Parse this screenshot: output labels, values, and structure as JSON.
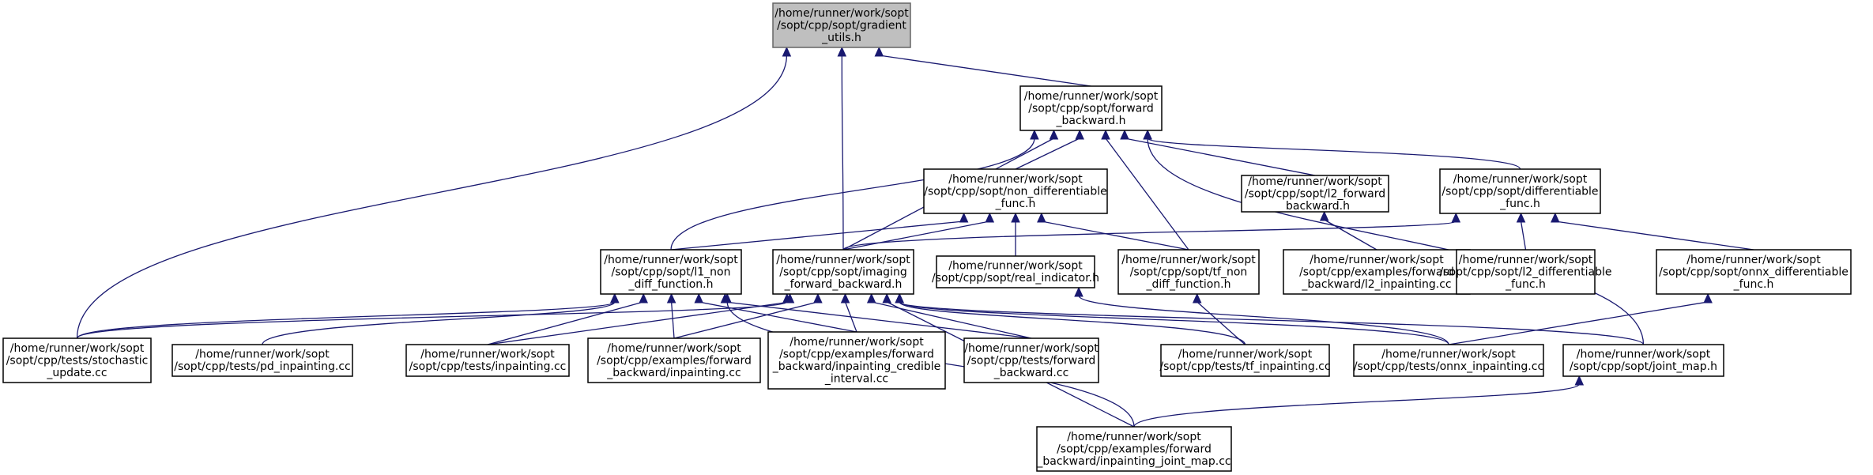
{
  "colors": {
    "edge": "#191970",
    "root_fill": "#bfbfbf",
    "node_fill": "#ffffff"
  },
  "nodes": [
    {
      "id": "gradient_utils",
      "lines": [
        "/home/runner/work/sopt",
        "/sopt/cpp/sopt/gradient",
        "_utils.h"
      ],
      "root": true
    },
    {
      "id": "forward_backward",
      "lines": [
        "/home/runner/work/sopt",
        "/sopt/cpp/sopt/forward",
        "_backward.h"
      ]
    },
    {
      "id": "non_differentiable_func",
      "lines": [
        "/home/runner/work/sopt",
        "/sopt/cpp/sopt/non_differentiable",
        "_func.h"
      ]
    },
    {
      "id": "l2_forward_backward",
      "lines": [
        "/home/runner/work/sopt",
        "/sopt/cpp/sopt/l2_forward",
        "_backward.h"
      ]
    },
    {
      "id": "differentiable_func",
      "lines": [
        "/home/runner/work/sopt",
        "/sopt/cpp/sopt/differentiable",
        "_func.h"
      ]
    },
    {
      "id": "l1_non_diff_function",
      "lines": [
        "/home/runner/work/sopt",
        "/sopt/cpp/sopt/l1_non",
        "_diff_function.h"
      ]
    },
    {
      "id": "imaging_forward_backward",
      "lines": [
        "/home/runner/work/sopt",
        "/sopt/cpp/sopt/imaging",
        "_forward_backward.h"
      ]
    },
    {
      "id": "real_indicator",
      "lines": [
        "/home/runner/work/sopt",
        "/sopt/cpp/sopt/real_indicator.h"
      ]
    },
    {
      "id": "tf_non_diff_function",
      "lines": [
        "/home/runner/work/sopt",
        "/sopt/cpp/sopt/tf_non",
        "_diff_function.h"
      ]
    },
    {
      "id": "l2_inpainting",
      "lines": [
        "/home/runner/work/sopt",
        "/sopt/cpp/examples/forward",
        "_backward/l2_inpainting.cc"
      ]
    },
    {
      "id": "l2_differentiable_func",
      "lines": [
        "/home/runner/work/sopt",
        "/sopt/cpp/sopt/l2_differentiable",
        "_func.h"
      ]
    },
    {
      "id": "onnx_differentiable_func",
      "lines": [
        "/home/runner/work/sopt",
        "/sopt/cpp/sopt/onnx_differentiable",
        "_func.h"
      ]
    },
    {
      "id": "stochastic_update",
      "lines": [
        "/home/runner/work/sopt",
        "/sopt/cpp/tests/stochastic",
        "_update.cc"
      ]
    },
    {
      "id": "pd_inpainting",
      "lines": [
        "/home/runner/work/sopt",
        "/sopt/cpp/tests/pd_inpainting.cc"
      ]
    },
    {
      "id": "tests_inpainting",
      "lines": [
        "/home/runner/work/sopt",
        "/sopt/cpp/tests/inpainting.cc"
      ]
    },
    {
      "id": "examples_inpainting",
      "lines": [
        "/home/runner/work/sopt",
        "/sopt/cpp/examples/forward",
        "_backward/inpainting.cc"
      ]
    },
    {
      "id": "inpainting_credible_interval",
      "lines": [
        "/home/runner/work/sopt",
        "/sopt/cpp/examples/forward",
        "_backward/inpainting_credible",
        "_interval.cc"
      ]
    },
    {
      "id": "tests_forward_backward",
      "lines": [
        "/home/runner/work/sopt",
        "/sopt/cpp/tests/forward",
        "_backward.cc"
      ]
    },
    {
      "id": "tf_inpainting",
      "lines": [
        "/home/runner/work/sopt",
        "/sopt/cpp/tests/tf_inpainting.cc"
      ]
    },
    {
      "id": "onnx_inpainting",
      "lines": [
        "/home/runner/work/sopt",
        "/sopt/cpp/tests/onnx_inpainting.cc"
      ]
    },
    {
      "id": "joint_map",
      "lines": [
        "/home/runner/work/sopt",
        "/sopt/cpp/sopt/joint_map.h"
      ]
    },
    {
      "id": "inpainting_joint_map",
      "lines": [
        "/home/runner/work/sopt",
        "/sopt/cpp/examples/forward",
        "_backward/inpainting_joint_map.cc"
      ]
    }
  ],
  "edges": [
    [
      "gradient_utils",
      "forward_backward"
    ],
    [
      "gradient_utils",
      "imaging_forward_backward"
    ],
    [
      "gradient_utils",
      "stochastic_update"
    ],
    [
      "forward_backward",
      "non_differentiable_func"
    ],
    [
      "forward_backward",
      "l2_forward_backward"
    ],
    [
      "forward_backward",
      "differentiable_func"
    ],
    [
      "forward_backward",
      "l1_non_diff_function"
    ],
    [
      "forward_backward",
      "imaging_forward_backward"
    ],
    [
      "forward_backward",
      "tf_non_diff_function"
    ],
    [
      "forward_backward",
      "joint_map"
    ],
    [
      "non_differentiable_func",
      "l1_non_diff_function"
    ],
    [
      "non_differentiable_func",
      "imaging_forward_backward"
    ],
    [
      "non_differentiable_func",
      "real_indicator"
    ],
    [
      "non_differentiable_func",
      "tf_non_diff_function"
    ],
    [
      "l2_forward_backward",
      "l2_inpainting"
    ],
    [
      "differentiable_func",
      "imaging_forward_backward"
    ],
    [
      "differentiable_func",
      "l2_differentiable_func"
    ],
    [
      "differentiable_func",
      "onnx_differentiable_func"
    ],
    [
      "l1_non_diff_function",
      "stochastic_update"
    ],
    [
      "l1_non_diff_function",
      "pd_inpainting"
    ],
    [
      "l1_non_diff_function",
      "tests_inpainting"
    ],
    [
      "l1_non_diff_function",
      "examples_inpainting"
    ],
    [
      "l1_non_diff_function",
      "inpainting_credible_interval"
    ],
    [
      "l1_non_diff_function",
      "tests_forward_backward"
    ],
    [
      "l1_non_diff_function",
      "inpainting_joint_map"
    ],
    [
      "imaging_forward_backward",
      "stochastic_update"
    ],
    [
      "imaging_forward_backward",
      "tests_inpainting"
    ],
    [
      "imaging_forward_backward",
      "examples_inpainting"
    ],
    [
      "imaging_forward_backward",
      "inpainting_credible_interval"
    ],
    [
      "imaging_forward_backward",
      "tests_forward_backward"
    ],
    [
      "imaging_forward_backward",
      "tf_inpainting"
    ],
    [
      "imaging_forward_backward",
      "onnx_inpainting"
    ],
    [
      "imaging_forward_backward",
      "joint_map"
    ],
    [
      "imaging_forward_backward",
      "inpainting_joint_map"
    ],
    [
      "real_indicator",
      "onnx_inpainting"
    ],
    [
      "tf_non_diff_function",
      "tf_inpainting"
    ],
    [
      "onnx_differentiable_func",
      "onnx_inpainting"
    ],
    [
      "joint_map",
      "inpainting_joint_map"
    ]
  ]
}
